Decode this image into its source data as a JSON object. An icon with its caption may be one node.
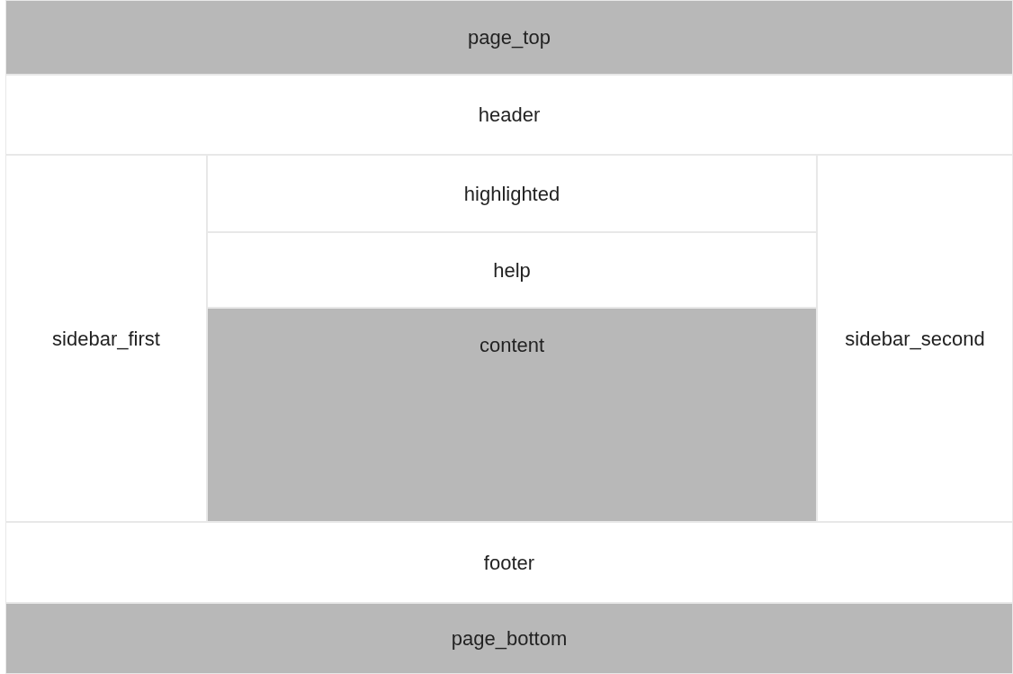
{
  "diagram": {
    "nodes": [
      {
        "text": [
          "page_top"
        ]
      },
      {
        "text": [
          "header"
        ]
      },
      {
        "text": [
          "sidebar_first"
        ]
      },
      {
        "text": [
          "highlighted"
        ]
      },
      {
        "text": [
          "help"
        ]
      },
      {
        "text": [
          "content"
        ]
      },
      {
        "text": [
          "sidebar_second"
        ]
      },
      {
        "text": [
          "footer"
        ]
      },
      {
        "text": [
          "page_bottom"
        ]
      }
    ]
  }
}
